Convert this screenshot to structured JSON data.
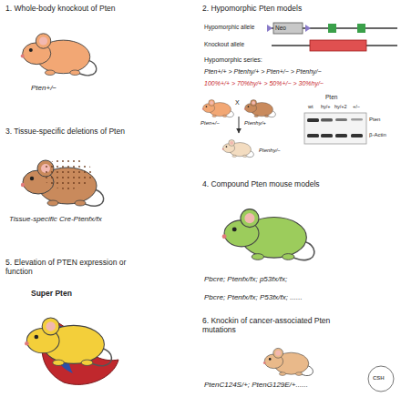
{
  "diagram": {
    "labels": [
      "1. Whole-body knockout of Pten",
      "Pten+/−",
      "3. Tissue-specific deletions of Pten",
      "Tissue-specific Cre-Ptenfx/fx",
      "5. Elevation of PTEN expression or function",
      "Super Pten",
      "2. Hypomorphic Pten models",
      "Hypomorphic allele",
      "Neo",
      "Knockout allele",
      "Hypomorphic series:",
      "Pten+/+ > Ptenhy/+ > Pten+/− > Ptenhy/−",
      "100%+/+ > 70%hy/+ > 50%+/− > 30%hy/−",
      "Pten+/−",
      "Ptenhy/+",
      "Ptenhy/−",
      "X",
      "Pten",
      "wt",
      "hy/+",
      "hy/+2",
      "+/−",
      "Pten",
      "β-Actin",
      "4. Compound Pten mouse models",
      "Pbcre; Ptenfx/fx; p53fx/fx;",
      "Pbcre; Ptenfx/fx; P53fx/fx; ......",
      "6. Knockin of cancer-associated Pten mutations",
      "PtenC124S/+; PtenG129E/+......",
      "CSH"
    ]
  }
}
